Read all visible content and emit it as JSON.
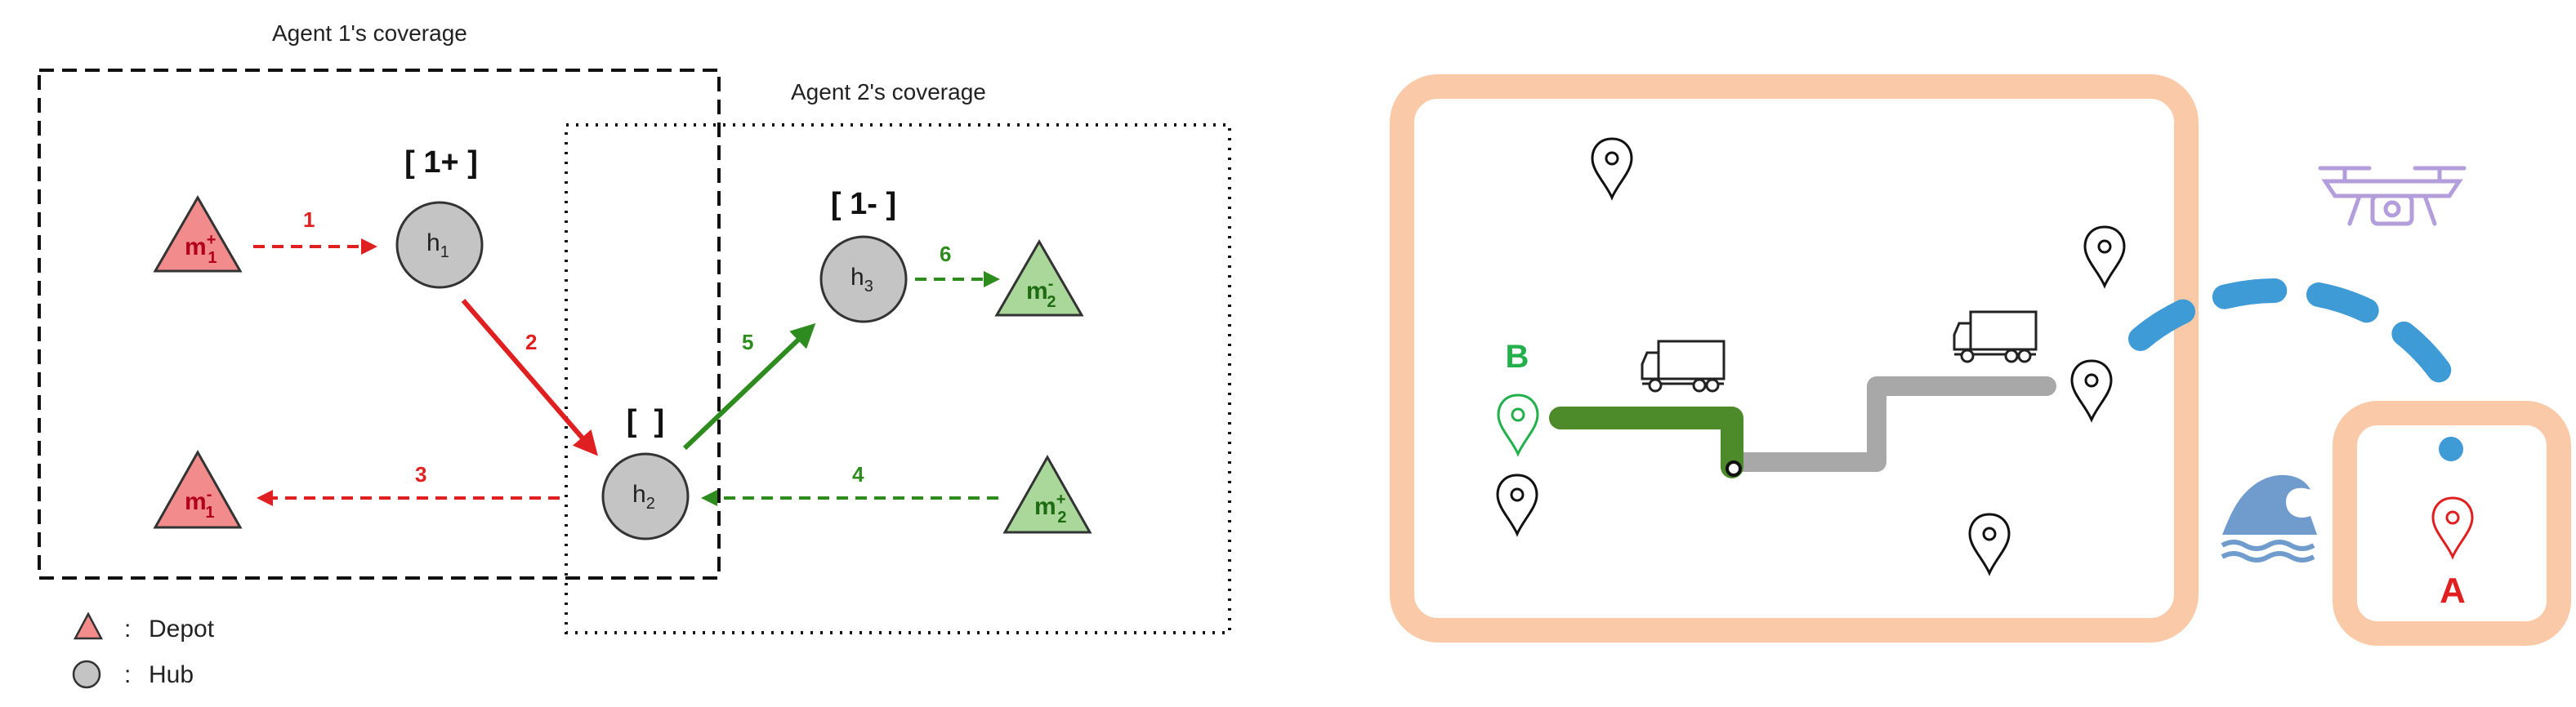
{
  "left_diagram": {
    "agent1_coverage_label": "Agent 1's coverage",
    "agent2_coverage_label": "Agent 2's coverage",
    "hubs": [
      {
        "id": "h1",
        "label": "h",
        "sub": "1",
        "tag": "[ 1+ ]"
      },
      {
        "id": "h2",
        "label": "h",
        "sub": "2",
        "tag": "[  ]"
      },
      {
        "id": "h3",
        "label": "h",
        "sub": "3",
        "tag": "[ 1- ]"
      }
    ],
    "depots": [
      {
        "id": "m1plus",
        "label": "m",
        "sup": "+",
        "sub": "1",
        "color": "#f28b8b"
      },
      {
        "id": "m1minus",
        "label": "m",
        "sup": "-",
        "sub": "1",
        "color": "#f28b8b"
      },
      {
        "id": "m2minus",
        "label": "m",
        "sup": "-",
        "sub": "2",
        "color": "#a9d89a"
      },
      {
        "id": "m2plus",
        "label": "m",
        "sup": "+",
        "sub": "2",
        "color": "#a9d89a"
      }
    ],
    "edges": [
      {
        "label": "1",
        "from": "m1plus",
        "to": "h1",
        "style": "dashed",
        "color": "#e02020"
      },
      {
        "label": "2",
        "from": "h1",
        "to": "h2",
        "style": "solid",
        "color": "#e02020"
      },
      {
        "label": "3",
        "from": "h2",
        "to": "m1minus",
        "style": "dashed",
        "color": "#e02020"
      },
      {
        "label": "4",
        "from": "m2plus",
        "to": "h2",
        "style": "dashed",
        "color": "#2e8b1e"
      },
      {
        "label": "5",
        "from": "h2",
        "to": "h3",
        "style": "solid",
        "color": "#2e8b1e"
      },
      {
        "label": "6",
        "from": "h3",
        "to": "m2minus",
        "style": "dashed",
        "color": "#2e8b1e"
      }
    ],
    "legend": [
      {
        "icon": "depot-icon",
        "separator": ":",
        "text": "Depot"
      },
      {
        "icon": "hub-icon",
        "separator": ":",
        "text": "Hub"
      }
    ]
  },
  "right_illustration": {
    "point_b_label": "B",
    "point_a_label": "A",
    "colors": {
      "region_border": "#f9c9a8",
      "green_route": "#4c8a2a",
      "gray_route": "#a8a8a8",
      "drone_route": "#3e9bd6",
      "drone": "#b39ddb",
      "label_b": "#22b04a",
      "label_a": "#e02020",
      "wave": "#6f9ccc"
    },
    "icons": [
      "map-pin-icon",
      "truck-icon",
      "drone-icon",
      "wave-icon"
    ]
  }
}
